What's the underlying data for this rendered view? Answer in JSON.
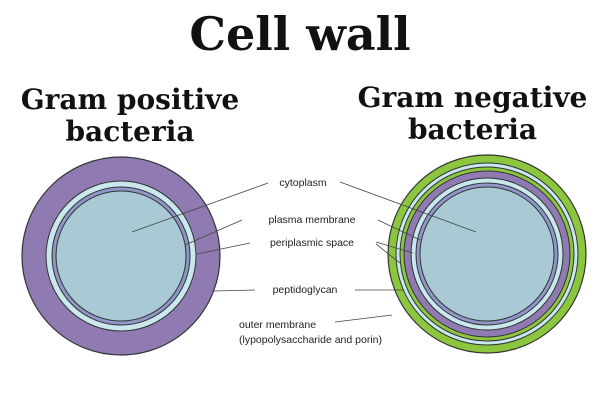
{
  "title": "Cell wall",
  "gram_positive": {
    "line1": "Gram positive",
    "line2": "bacteria"
  },
  "gram_negative": {
    "line1": "Gram negative",
    "line2": "bacteria"
  },
  "labels": {
    "cytoplasm": "cytoplasm",
    "plasma_membrane": "plasma membrane",
    "periplasmic_space": "periplasmic space",
    "peptidoglycan": "peptidoglycan",
    "outer_membrane": "outer membrane",
    "outer_membrane_detail": "(lypopolysaccharide and porin)"
  },
  "colors": {
    "cytoplasm": "#a9c9d4",
    "plasma_membrane": "#8f96c8",
    "periplasmic_space": "#c9e8ee",
    "peptidoglycan": "#8f7bb1",
    "outer_membrane": "#8cc63f",
    "outline": "#333333",
    "leader_line": "#444444"
  }
}
